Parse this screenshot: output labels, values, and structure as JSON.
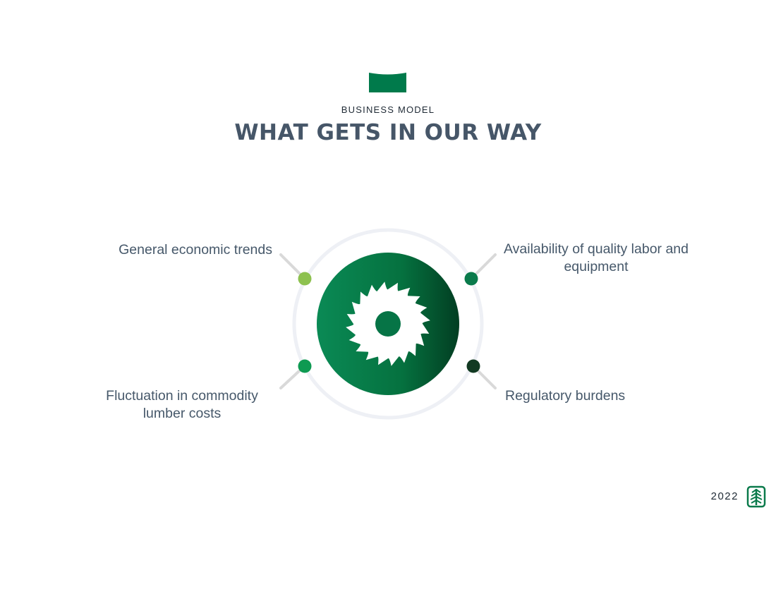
{
  "header": {
    "eyebrow": "BUSINESS MODEL",
    "title": "WHAT GETS IN OUR WAY"
  },
  "diagram": {
    "center_icon": "circular-saw-blade-icon",
    "items": [
      {
        "label": "General economic trends",
        "dot_color": "#8dc14f"
      },
      {
        "label": "Availability of quality labor and equipment",
        "dot_color": "#0a7a4b"
      },
      {
        "label": "Fluctuation in commodity lumber costs",
        "dot_color": "#0e9a52"
      },
      {
        "label": "Regulatory burdens",
        "dot_color": "#123a22"
      }
    ]
  },
  "footer": {
    "year": "2022",
    "logo_icon": "tree-logo-icon"
  },
  "colors": {
    "brand_green": "#007a4b",
    "dark_green": "#045a35",
    "title_gray": "#465668",
    "ring_gray": "#eef0f5"
  }
}
